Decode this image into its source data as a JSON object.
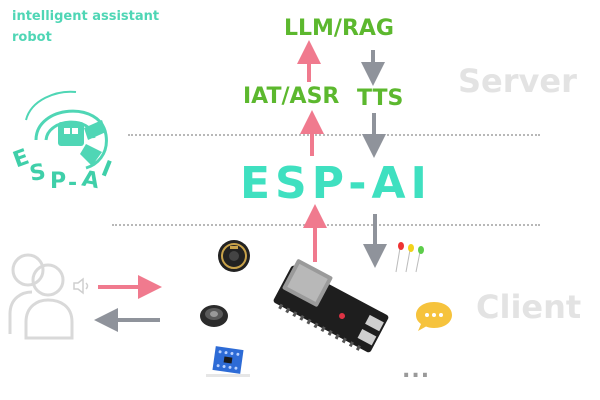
{
  "brand": {
    "caption": "intelligent assistant robot",
    "logo_text": "ESP-AI",
    "logo_icon": "esp-ai-logo-icon"
  },
  "server": {
    "zone_label": "Server",
    "llm_rag": "LLM/RAG",
    "iat_asr": "IAT/ASR",
    "tts": "TTS"
  },
  "core": {
    "title": "ESP-AI"
  },
  "client": {
    "zone_label": "Client",
    "more": "..."
  },
  "colors": {
    "up_arrow": "#f07a8e",
    "down_arrow": "#8f939b",
    "green_text": "#5cb82e",
    "teal": "#3fe0c0",
    "zone_text": "#e3e3e3"
  },
  "icons": {
    "user": "user-silhouette-icon",
    "speaker": "speaker-icon",
    "microphone_module": "microphone-module-icon",
    "speaker_module": "speaker-module-icon",
    "sensor_board": "sensor-board-icon",
    "esp32_board": "esp32-board-icon",
    "leds": "led-lights-icon",
    "chat_bubble": "chat-bubble-icon"
  }
}
